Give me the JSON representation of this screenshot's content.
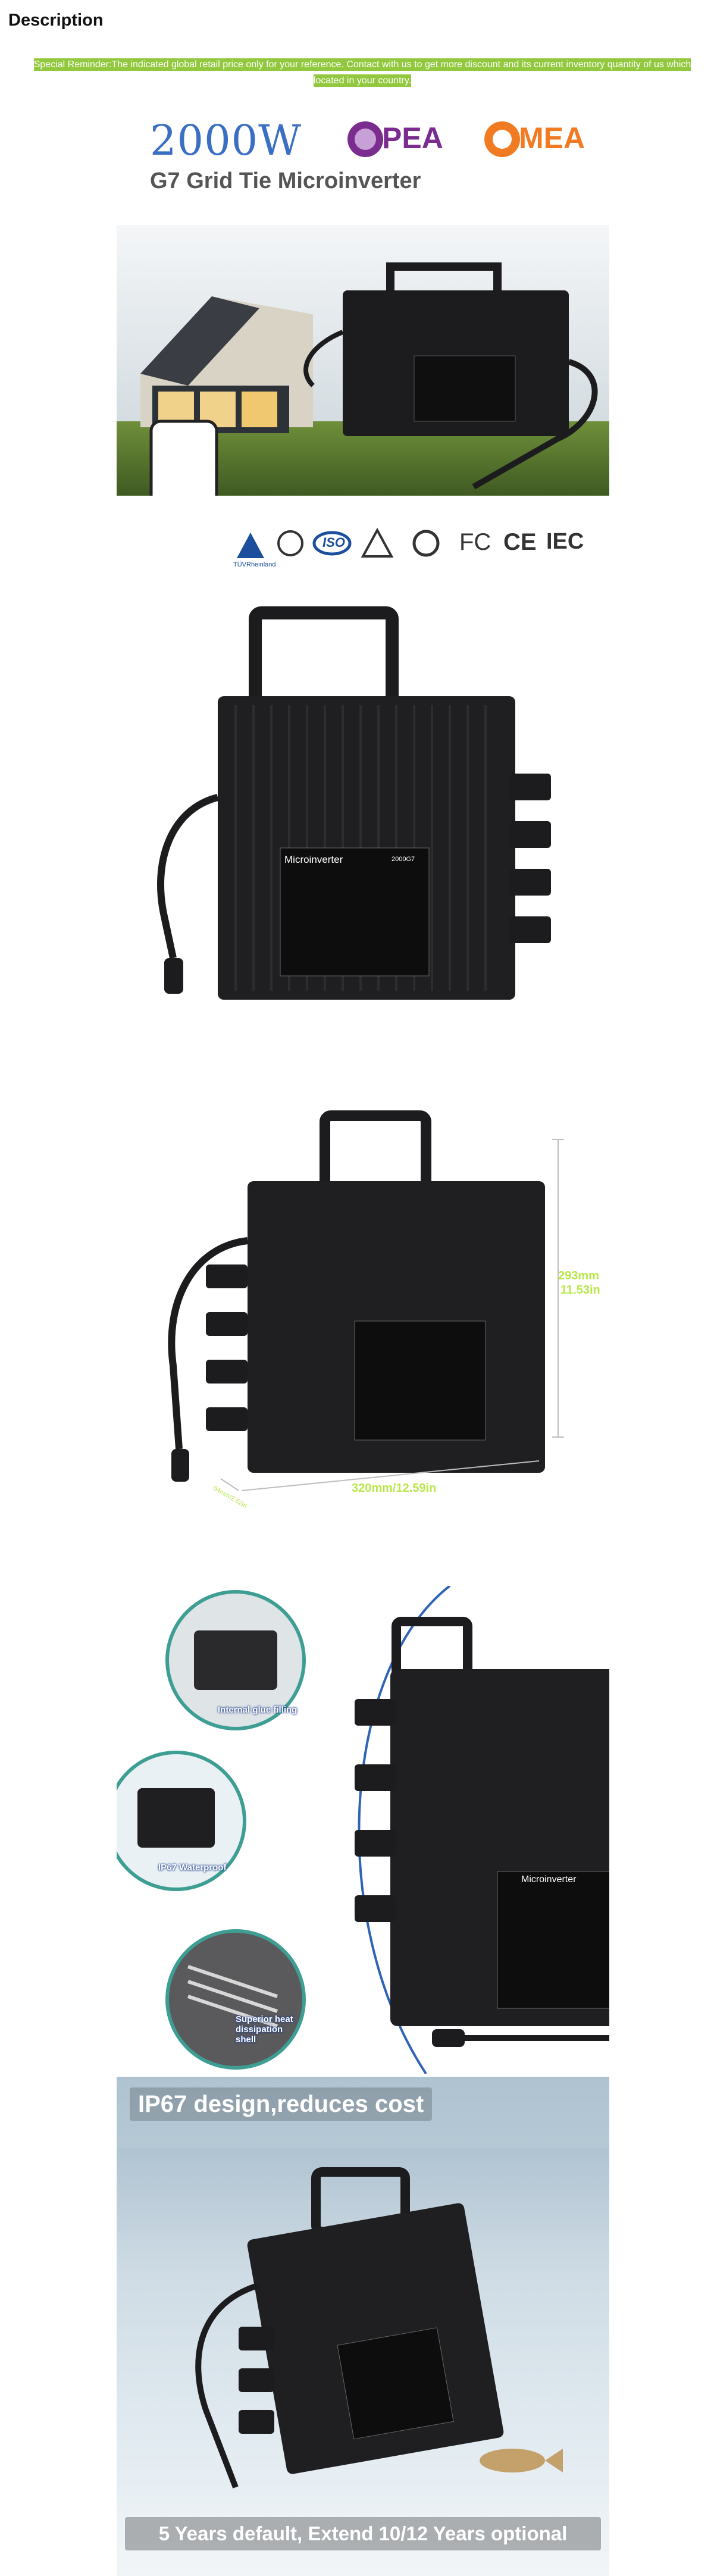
{
  "page": {
    "title": "Description",
    "reminder": "Special Reminder:The indicated global retail price only for your reference. Contact with us to get more discount and its current inventory quantity of us which located in your country."
  },
  "banner": {
    "power": "2000W",
    "model": "G7 Grid Tie Microinverter",
    "cert_logos": [
      "PEA",
      "MEA"
    ],
    "badges": [
      "TÜVRheinland",
      "ISO",
      "FC",
      "CE",
      "IEC"
    ]
  },
  "product_label": {
    "brand": "Microinverter",
    "model": "2000G7"
  },
  "dimensions": {
    "height": "293mm",
    "height_in": "11.53in",
    "width": "320mm/12.59in",
    "depth": "64mm/2.52in"
  },
  "features": {
    "callouts": [
      "Internal glue filling",
      "IP67 Waterproof",
      "Superior heat dissipation shell"
    ]
  },
  "ip67": {
    "headline": "IP67 design,reduces cost",
    "warranty": "5 Years default, Extend 10/12 Years optional",
    "accent_color": "#b9e84a"
  }
}
